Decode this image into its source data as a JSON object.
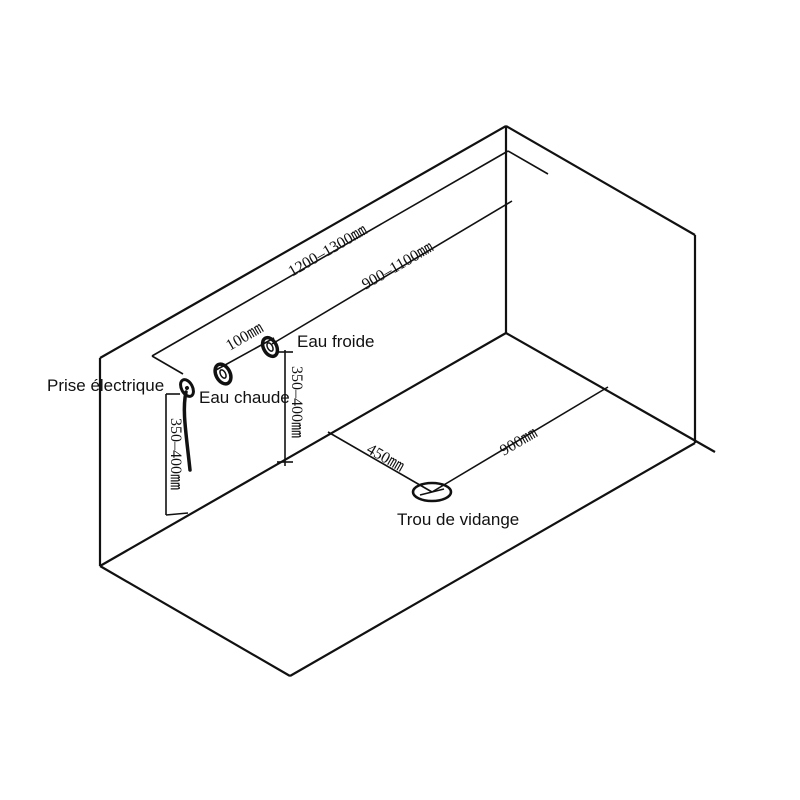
{
  "labels": {
    "electric_socket": "Prise électrique",
    "hot_water": "Eau chaude",
    "cold_water": "Eau froide",
    "drain_hole": "Trou de vidange"
  },
  "dimensions": {
    "total_length": "1200–1300㎜",
    "pipe_span": "900–1100㎜",
    "pipe_spacing": "100㎜",
    "pipe_height": "350–400㎜",
    "socket_height": "350–400㎜",
    "drain_from_wall": "450㎜",
    "drain_from_end": "900㎜"
  },
  "colors": {
    "stroke": "#111111",
    "background": "#ffffff"
  }
}
